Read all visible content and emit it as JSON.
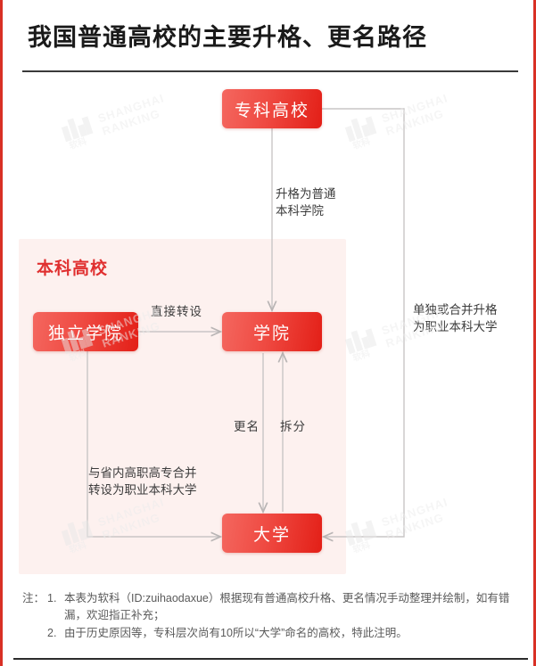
{
  "header": {
    "title": "我国普通高校的主要升格、更名路径"
  },
  "diagram": {
    "panel_label": "本科高校",
    "nodes": [
      {
        "id": "zhuanke",
        "label": "专科高校"
      },
      {
        "id": "duli",
        "label": "独立学院"
      },
      {
        "id": "xueyuan",
        "label": "学院"
      },
      {
        "id": "daxue",
        "label": "大学"
      }
    ],
    "edge_labels": {
      "shengge": "升格为普通\n本科学院",
      "zhuanshe": "直接转设",
      "dandu_hebing": "单独或合并升格\n为职业本科大学",
      "gengming": "更名",
      "chaifen": "拆分",
      "hebing_zhuanshe": "与省内高职高专合并\n转设为职业本科大学"
    }
  },
  "watermark": {
    "cn": "软科",
    "line1": "SHANGHAI",
    "line2": "RANKING"
  },
  "notes": {
    "label": "注：",
    "items": [
      {
        "num": "1.",
        "text": "本表为软科（ID:zuihaodaxue）根据现有普通高校升格、更名情况手动整理并绘制，如有错漏，欢迎指正补充；"
      },
      {
        "num": "2.",
        "text": "由于历史原因等，专科层次尚有10所以“大学”命名的高校，特此注明。"
      }
    ]
  },
  "colors": {
    "accent_red": "#e31f17",
    "node_gradient_light": "#f4675f",
    "panel_pink": "#fdf1ef",
    "frame_red": "#d93025",
    "wire_gray": "#c9c6c6"
  }
}
